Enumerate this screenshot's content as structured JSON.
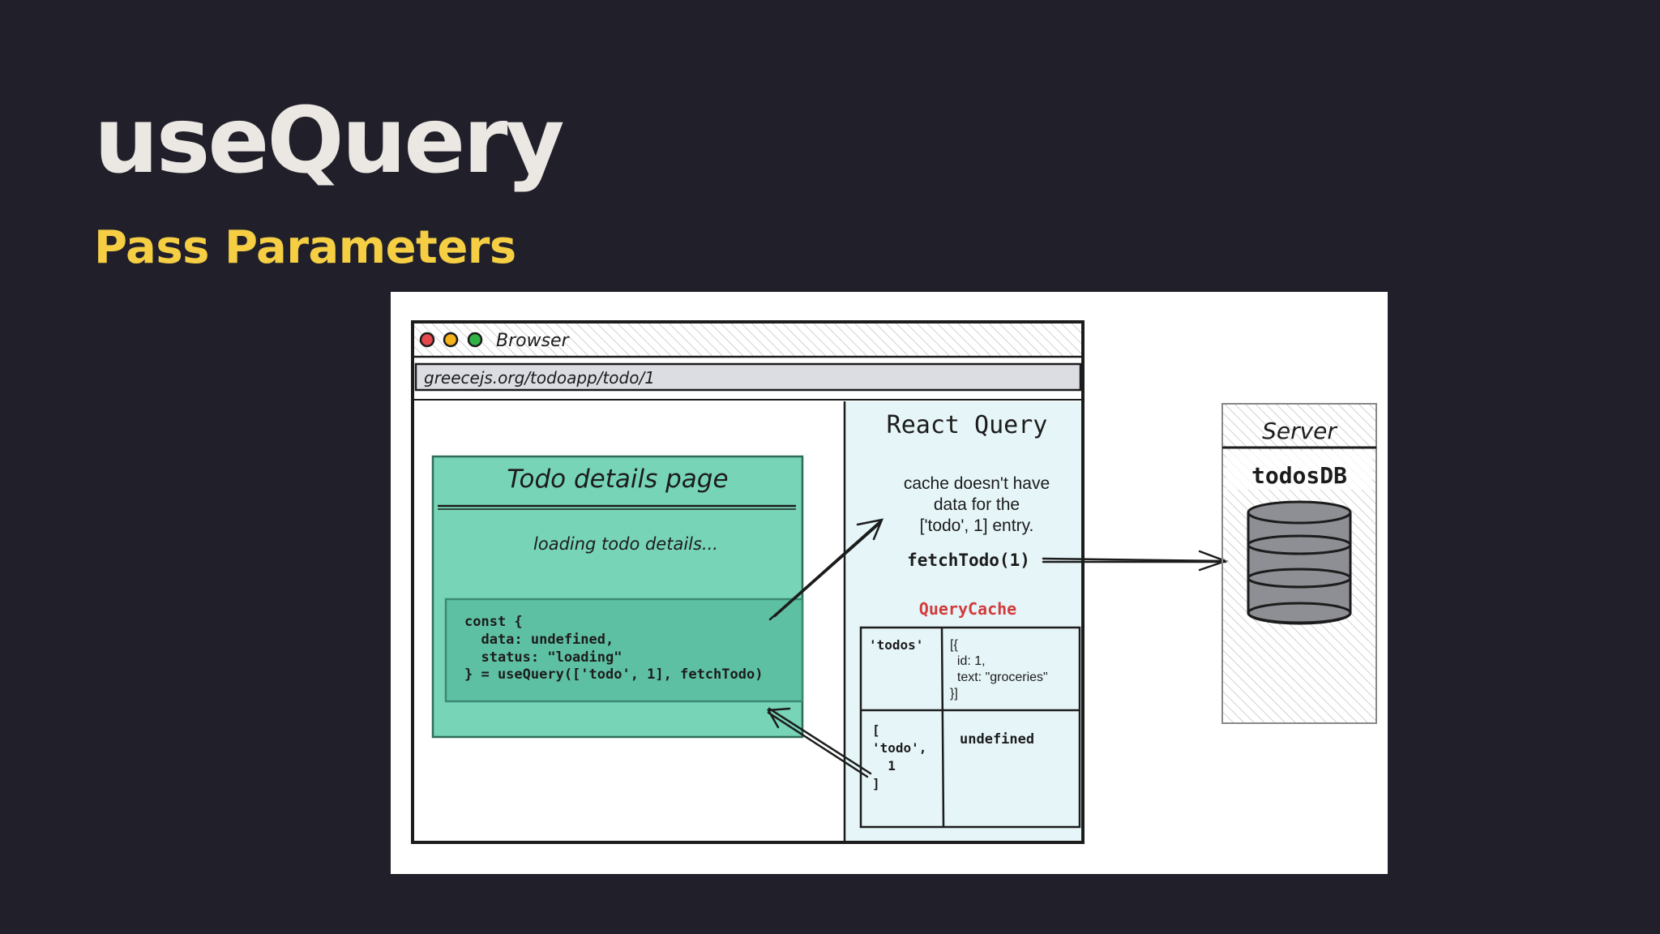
{
  "slide": {
    "title": "useQuery",
    "subtitle": "Pass Parameters"
  },
  "browser": {
    "title": "Browser",
    "url": "greecejs.org/todoapp/todo/1",
    "traffic_lights": [
      "#e5484d",
      "#f5b21b",
      "#2fb344"
    ]
  },
  "todo_page": {
    "title": "Todo details page",
    "loading_text": "loading todo details...",
    "code_lines": [
      "const {",
      "  data: undefined,",
      "  status: \"loading\"",
      "} = useQuery(['todo', 1], fetchTodo)"
    ]
  },
  "react_query": {
    "title": "React Query",
    "message_lines": [
      "cache doesn't have",
      "data for the",
      "['todo', 1] entry."
    ],
    "fetch_call": "fetchTodo(1)",
    "cache_label": "QueryCache",
    "cache_rows": [
      {
        "key_lines": [
          "'todos'"
        ],
        "value_lines": [
          "[{",
          "  id: 1,",
          "  text: \"groceries\"",
          "}]"
        ]
      },
      {
        "key_lines": [
          "[",
          "'todo',",
          "  1",
          "]"
        ],
        "value_lines": [
          "undefined"
        ]
      }
    ]
  },
  "server": {
    "title": "Server",
    "db_label": "todosDB"
  },
  "colors": {
    "slide_bg": "#21202a",
    "title": "#ebe7e3",
    "subtitle": "#f5ce44",
    "todo_page_fill": "#77d4b6",
    "code_box_fill": "#5ec0a2",
    "react_query_fill": "#e6f5f8",
    "query_cache_label": "#d23b3b",
    "db_fill": "#8d8f95"
  },
  "icons": [
    "traffic-light-red-icon",
    "traffic-light-yellow-icon",
    "traffic-light-green-icon",
    "database-icon",
    "arrow-icon"
  ]
}
